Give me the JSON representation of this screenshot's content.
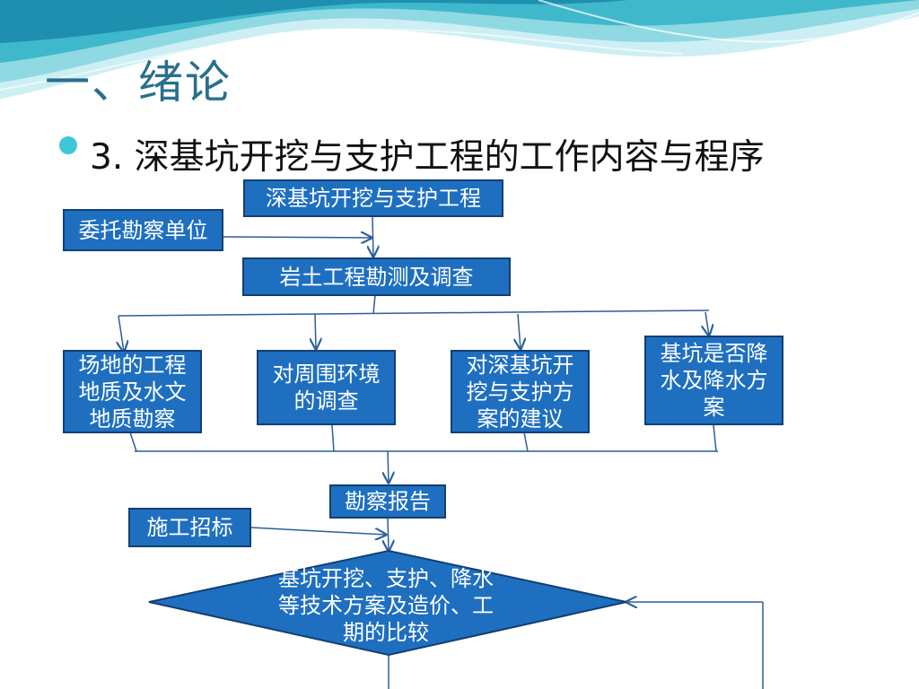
{
  "slide": {
    "title": "一、绪论",
    "bullet": "3. 深基坑开挖与支护工程的工作内容与程序"
  },
  "flowchart": {
    "top": "深基坑开挖与支护工程",
    "client": "委托勘察单位",
    "survey": "岩土工程勘测及调查",
    "branches": [
      "场地的工程地质及水文地质勘察",
      "对周围环境的调查",
      "对深基坑开挖与支护方案的建议",
      "基坑是否降水及降水方案"
    ],
    "report": "勘察报告",
    "bidding": "施工招标",
    "decision": "基坑开挖、支护、降水等技术方案及造价、工期的比较"
  },
  "colors": {
    "box_fill": "#1e6fc0",
    "box_border": "#123f73",
    "title": "#2a6f8e",
    "bullet": "#3cc8d8"
  }
}
